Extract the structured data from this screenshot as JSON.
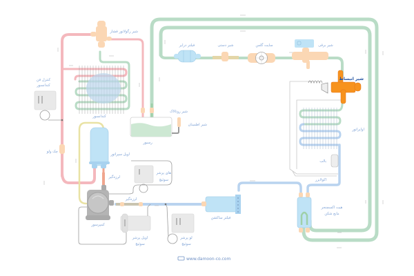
{
  "diagram": {
    "title": "Refrigeration cycle diagram",
    "colors": {
      "hot_gas": "#f4b8bd",
      "liquid": "#b9dcc6",
      "suction": "#b9d3ef",
      "oil": "#e9e2a4",
      "fitting": "#fbd7b4",
      "expansion_valve": "#f7931e",
      "component_blue": "#bfe3f6",
      "housing_grey": "#e9e9e9",
      "label": "#7fa3d6",
      "label_highlight": "#1e4fa0"
    },
    "labels": {
      "pressure_regulator_valve": "شیر رگولاتور فشار",
      "filter_drier": "فیلتر درایر",
      "manual_valve": "شیر دستی",
      "sight_glass": "سایت گلس",
      "solenoid_valve": "شیر برقی",
      "expansion_valve": "شیر انبساط",
      "condenser_fan_control_line1": "کنترل فن",
      "condenser_fan_control_line2": "کندانسور",
      "condenser": "کندانسور",
      "rotalock_valve": "شیر روتالاک",
      "safety_valve": "شیر اطمینان",
      "receiver": "رسیور",
      "check_valve": "چک ولو",
      "oil_separator": "اویل سپراتور",
      "vibration_eliminator_1": "لرزه‌گیر",
      "vibration_eliminator_2": "لرزه‌گیر",
      "high_pressure_switch_line1": "های پرشر",
      "high_pressure_switch_line2": "سوئیچ",
      "compressor": "کمپرسور",
      "oil_pressure_switch_line1": "اویل پرشر",
      "oil_pressure_switch_line2": "سوئیچ",
      "low_pressure_switch_line1": "لو پرشر",
      "low_pressure_switch_line2": "سوئیچ",
      "suction_filter": "فیلتر ساکشن",
      "evaporator": "اواپراتور",
      "bulb": "بالب",
      "equalizer": "اکولایزر",
      "heat_exchanger_line1": "هیت اکسچنجر",
      "heat_exchanger_line2": "مایع شکن"
    },
    "footer": {
      "logo": "DM",
      "url": "www.damoon-co.com"
    }
  }
}
